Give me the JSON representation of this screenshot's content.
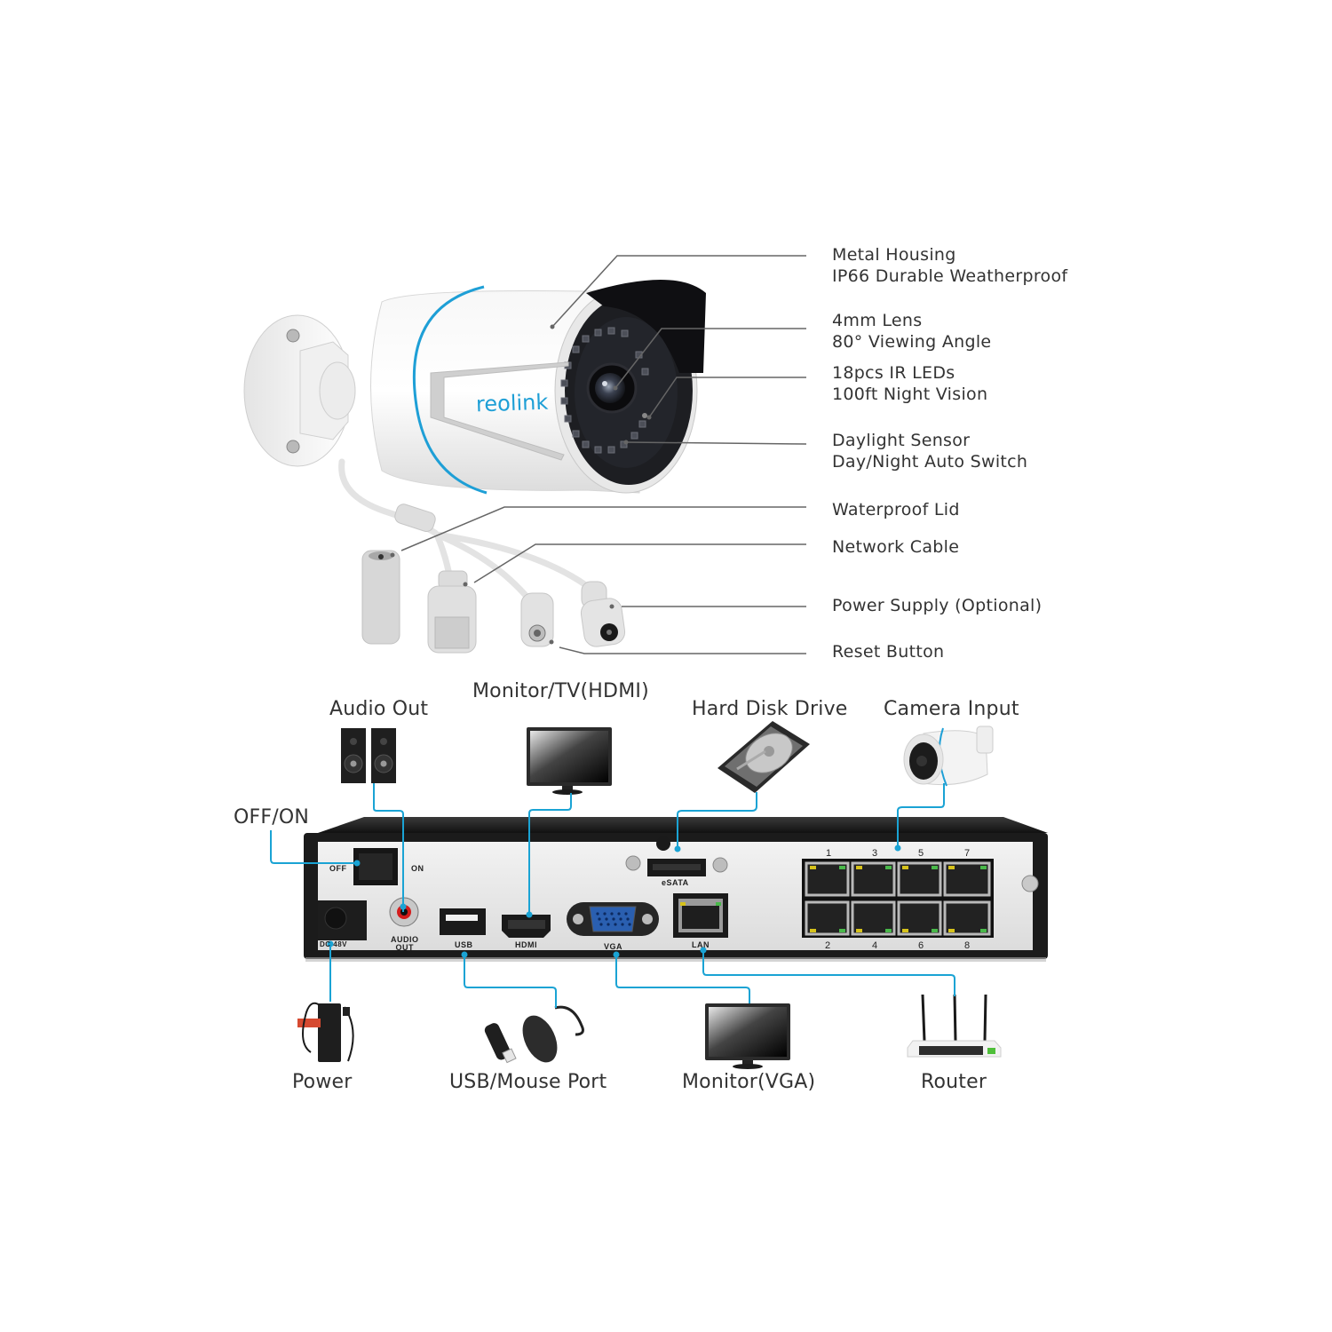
{
  "camera_specs": [
    {
      "line1": "Metal Housing",
      "line2": "IP66 Durable Weatherproof"
    },
    {
      "line1": "4mm Lens",
      "line2": "80° Viewing Angle"
    },
    {
      "line1": "18pcs IR LEDs",
      "line2": "100ft Night Vision"
    },
    {
      "line1": "Daylight Sensor",
      "line2": "Day/Night Auto Switch"
    }
  ],
  "cable_parts": [
    {
      "label": "Waterproof Lid"
    },
    {
      "label": "Network Cable"
    },
    {
      "label": "Power Supply (Optional)"
    },
    {
      "label": "Reset Button"
    }
  ],
  "brand": {
    "logo_text": "reolink",
    "accent_color": "#1e9fd6"
  },
  "nvr": {
    "switch_off": "OFF",
    "switch_on": "ON",
    "dc_label": "DC 48V",
    "audio_out": "AUDIO\nOUT",
    "audio_line1": "AUDIO",
    "audio_line2": "OUT",
    "usb": "USB",
    "hdmi": "HDMI",
    "vga": "VGA",
    "esata": "eSATA",
    "lan": "LAN",
    "poe_ports_top": [
      "1",
      "3",
      "5",
      "7"
    ],
    "poe_ports_bottom": [
      "2",
      "4",
      "6",
      "8"
    ]
  },
  "connections_top": {
    "audio_out": "Audio Out",
    "monitor_hdmi": "Monitor/TV(HDMI)",
    "hard_disk": "Hard Disk Drive",
    "camera_input": "Camera Input",
    "off_on": "OFF/ON"
  },
  "connections_bottom": {
    "power": "Power",
    "usb_mouse": "USB/Mouse Port",
    "monitor_vga": "Monitor(VGA)",
    "router": "Router"
  },
  "colors": {
    "connector_line": "#1aa3d4",
    "callout_line": "#666666",
    "nvr_body": "#1c1c1c",
    "nvr_panel": "#e9e9e9"
  }
}
